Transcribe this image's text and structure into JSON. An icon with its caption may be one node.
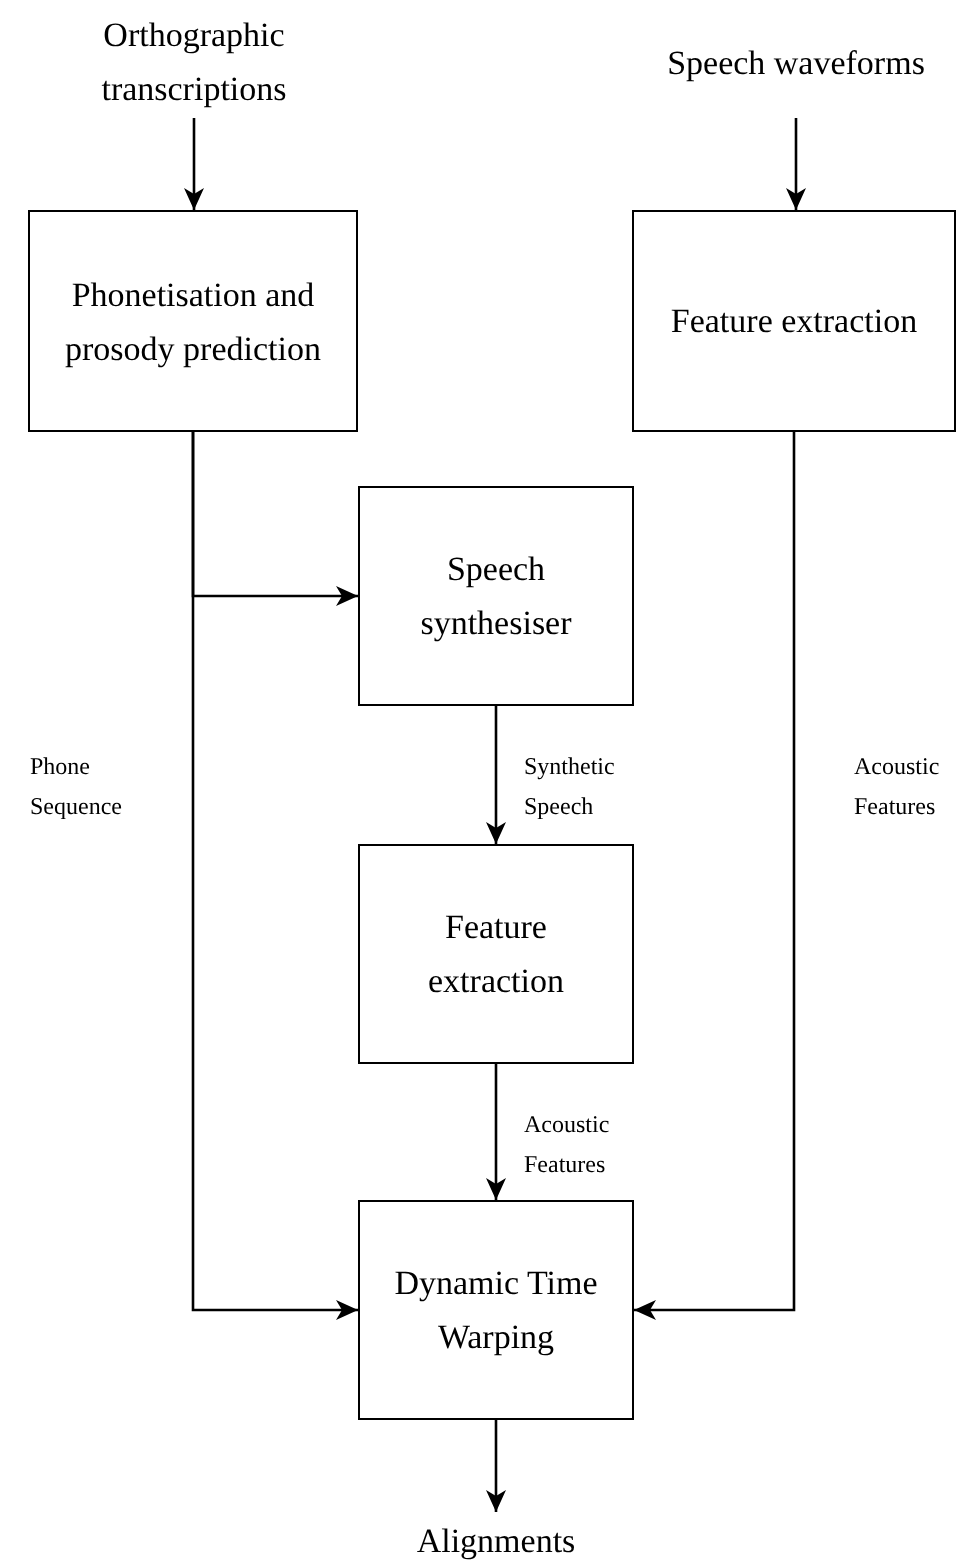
{
  "diagram": {
    "nodes": [
      {
        "text": [
          "Orthographic transcriptions"
        ]
      },
      {
        "text": [
          "Phonetisation and prosody prediction"
        ]
      },
      {
        "text": [
          "Speech waveforms"
        ]
      },
      {
        "text": [
          "Feature extraction"
        ]
      },
      {
        "text": [
          "Speech synthesiser"
        ]
      },
      {
        "text": [
          "Feature extraction"
        ]
      },
      {
        "text": [
          "Dynamic Time Warping"
        ]
      },
      {
        "text": [
          "Alignments"
        ]
      }
    ],
    "edges": [
      {
        "from": 0,
        "to": 1,
        "arrow": "to"
      },
      {
        "from": 2,
        "to": 3,
        "arrow": "to"
      },
      {
        "from": 1,
        "to": 4,
        "arrow": "to"
      },
      {
        "from": 4,
        "to": 5,
        "arrow": "to",
        "label": "Synthetic Speech"
      },
      {
        "from": 5,
        "to": 6,
        "arrow": "to",
        "label": "Acoustic Features"
      },
      {
        "from": 1,
        "to": 6,
        "arrow": "to",
        "label": "Phone Sequence"
      },
      {
        "from": 3,
        "to": 6,
        "arrow": "to",
        "label": "Acoustic Features"
      },
      {
        "from": 6,
        "to": 7,
        "arrow": "to"
      }
    ]
  }
}
